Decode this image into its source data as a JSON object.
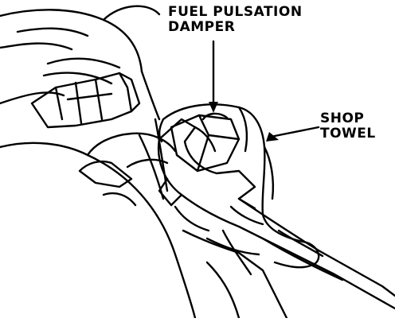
{
  "labels": {
    "damper_line1": "FUEL PULSATION",
    "damper_line2": "DAMPER",
    "towel_line1": "SHOP",
    "towel_line2": "TOWEL"
  },
  "colors": {
    "ink": "#000000",
    "paper": "#ffffff"
  }
}
